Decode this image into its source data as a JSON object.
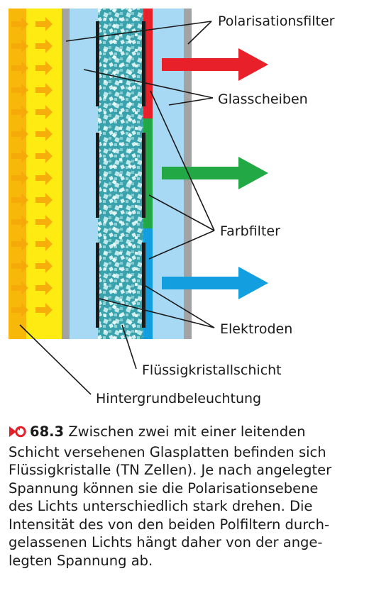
{
  "labels": {
    "polarisationsfilter": "Polarisationsfilter",
    "glasscheiben": "Glasscheiben",
    "farbfilter": "Farbfilter",
    "elektroden": "Elektroden",
    "fluessigkristallschicht": "Flüssigkristallschicht",
    "hintergrundbeleuchtung": "Hintergrundbeleuchtung"
  },
  "caption": {
    "number": "68.3",
    "lines": [
      " Zwischen zwei mit einer leitenden",
      "Schicht versehenen Glasplatten befinden sich",
      "Flüssigkristalle (TN Zellen). Je nach angelegter",
      "Spannung können sie die Polarisationsebene",
      "des Lichts unterschiedlich stark drehen. Die",
      "Intensität des von den beiden Polfiltern durch-",
      "gelassenen Lichts hängt daher von der ange-",
      "legten Spannung ab."
    ]
  },
  "icons": {
    "caption_marker": "arrow-circle-icon"
  },
  "colors": {
    "backlight_orange": "#f7b80a",
    "backlight_yellow": "#fdeb12",
    "glass_blue": "#a7d8f4",
    "filter_grey": "#a3a3a3",
    "crystal_teal": "#3fa6b0",
    "red": "#e8202a",
    "green": "#22a945",
    "blue": "#139ee0",
    "marker_red": "#e3202a"
  }
}
